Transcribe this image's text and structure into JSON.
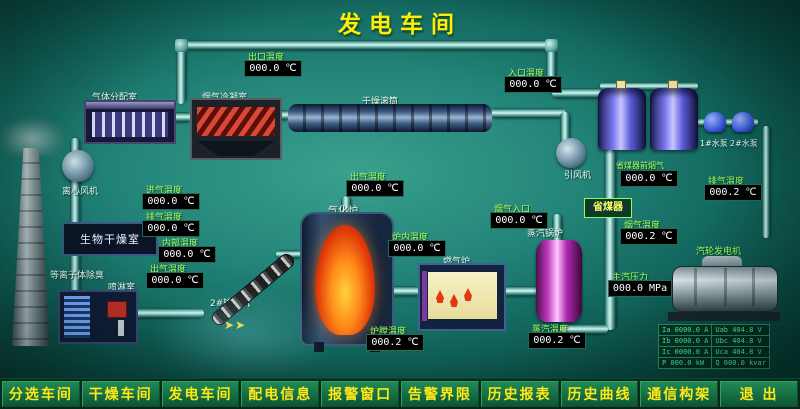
{
  "title": "发电车间",
  "colors": {
    "background_teal": "#23857a",
    "title_yellow": "#ffee00",
    "label_green": "#a8ff55",
    "display_bg": "#000000",
    "display_text": "#ffffff",
    "menu_text": "#ffe818",
    "menu_green": "#0c5634",
    "pipe_cyan": "#7ec8c0"
  },
  "labels": {
    "gas_distribution": "气体分配室",
    "condenser": "烟气冷凝室",
    "drum": "干燥滚筒",
    "centrifugal_fan": "离心风机",
    "bio_drying": "生物干燥室",
    "plasma": "等离子体除臭",
    "spray": "喷淋室",
    "conveyor": "2#输送机",
    "gasifier": "气化炉",
    "gas_furnace": "燃气炉",
    "steam_boiler": "蒸汽锅炉",
    "economizer": "省煤器",
    "induced_fan": "引风机",
    "turbine": "汽轮发电机",
    "pump1": "1#水泵",
    "pump2": "2#水泵",
    "flow_arrows": "➤➤"
  },
  "displays": [
    {
      "label": "出口温度",
      "value": "000.0 ℃"
    },
    {
      "label": "入口温度",
      "value": "000.0 ℃"
    },
    {
      "label": "进气温度",
      "value": "000.0 ℃"
    },
    {
      "label": "排气温度",
      "value": "000.0 ℃"
    },
    {
      "label": "内部温度",
      "value": "000.0 ℃"
    },
    {
      "label": "出气温度",
      "value": "000.0 ℃"
    },
    {
      "label": "出气温度",
      "value": "000.0 ℃"
    },
    {
      "label": "炉内温度",
      "value": "000.0 ℃"
    },
    {
      "label": "烟气入口",
      "value": "000.0 ℃"
    },
    {
      "label": "炉膛温度",
      "value": "000.2 ℃"
    },
    {
      "label": "蒸汽温度",
      "value": "000.2 ℃"
    },
    {
      "label": "省煤器前烟气",
      "value": "000.0 ℃"
    },
    {
      "label": "烟气温度",
      "value": "000.2 ℃"
    },
    {
      "label": "排气温度",
      "value": "000.2 ℃"
    },
    {
      "label": "主汽压力",
      "value": "000.0 MPa"
    }
  ],
  "generator_table": {
    "rows": [
      [
        "Ia 0000.0 A",
        "Uab 404.8 V"
      ],
      [
        "Ib 0000.0 A",
        "Ubc 404.8 V"
      ],
      [
        "Ic 0000.0 A",
        "Uca 404.8 V"
      ],
      [
        "P  000.0 kW",
        "Q 000.0 kvar"
      ]
    ]
  },
  "menu": {
    "items": [
      "分选车间",
      "干燥车间",
      "发电车间",
      "配电信息",
      "报警窗口",
      "告警界限",
      "历史报表",
      "历史曲线",
      "通信构架",
      "退 出"
    ]
  }
}
